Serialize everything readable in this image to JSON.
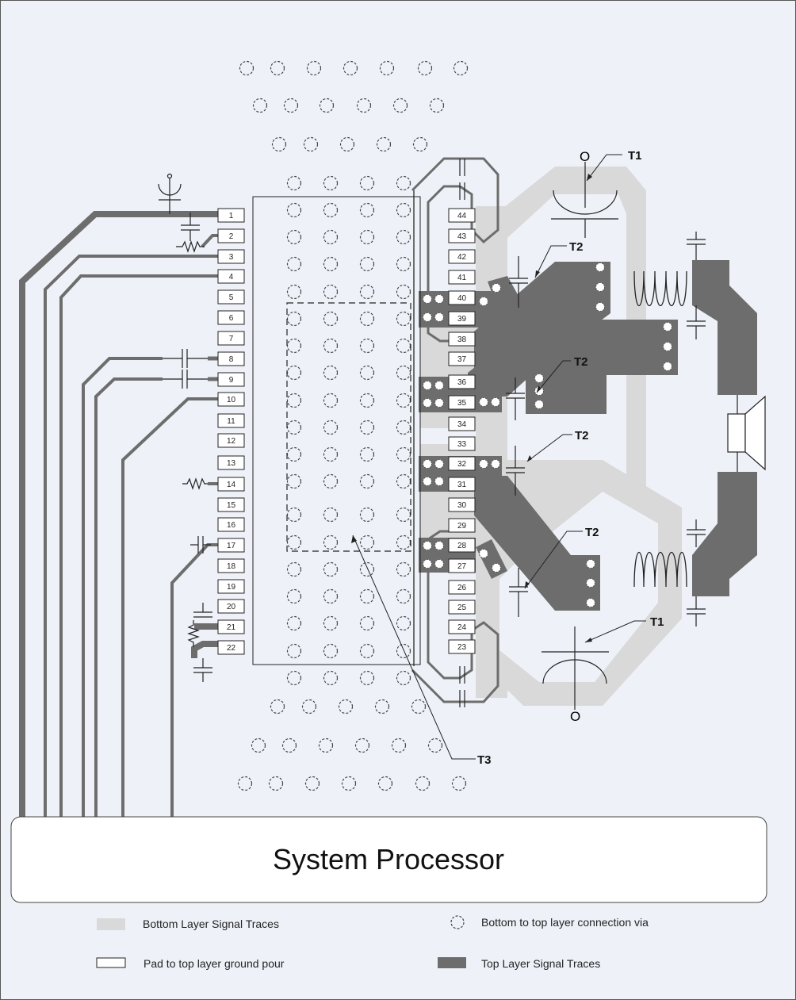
{
  "processor": {
    "label": "System Processor"
  },
  "callouts": {
    "t1_top": "T1",
    "t1_bottom": "T1",
    "t2_a": "T2",
    "t2_b": "T2",
    "t2_c": "T2",
    "t2_d": "T2",
    "t3": "T3"
  },
  "legend": {
    "bottom_traces": "Bottom Layer Signal Traces",
    "via": "Bottom to top layer connection via",
    "pad": "Pad to top layer ground pour",
    "top_traces": "Top Layer Signal Traces"
  },
  "pins_left": [
    "1",
    "2",
    "3",
    "4",
    "5",
    "6",
    "7",
    "8",
    "9",
    "10",
    "11",
    "12",
    "13",
    "14",
    "15",
    "16",
    "17",
    "18",
    "19",
    "20",
    "21",
    "22"
  ],
  "pins_right": [
    "44",
    "43",
    "42",
    "41",
    "40",
    "39",
    "38",
    "37",
    "36",
    "35",
    "34",
    "33",
    "32",
    "31",
    "30",
    "29",
    "28",
    "27",
    "26",
    "25",
    "24",
    "23"
  ],
  "speaker_labels": {
    "top": "O",
    "bottom": "O"
  },
  "colors": {
    "top_trace": "#6d6d6d",
    "bottom_trace": "#d9d9d9",
    "background": "#eef2f8"
  }
}
